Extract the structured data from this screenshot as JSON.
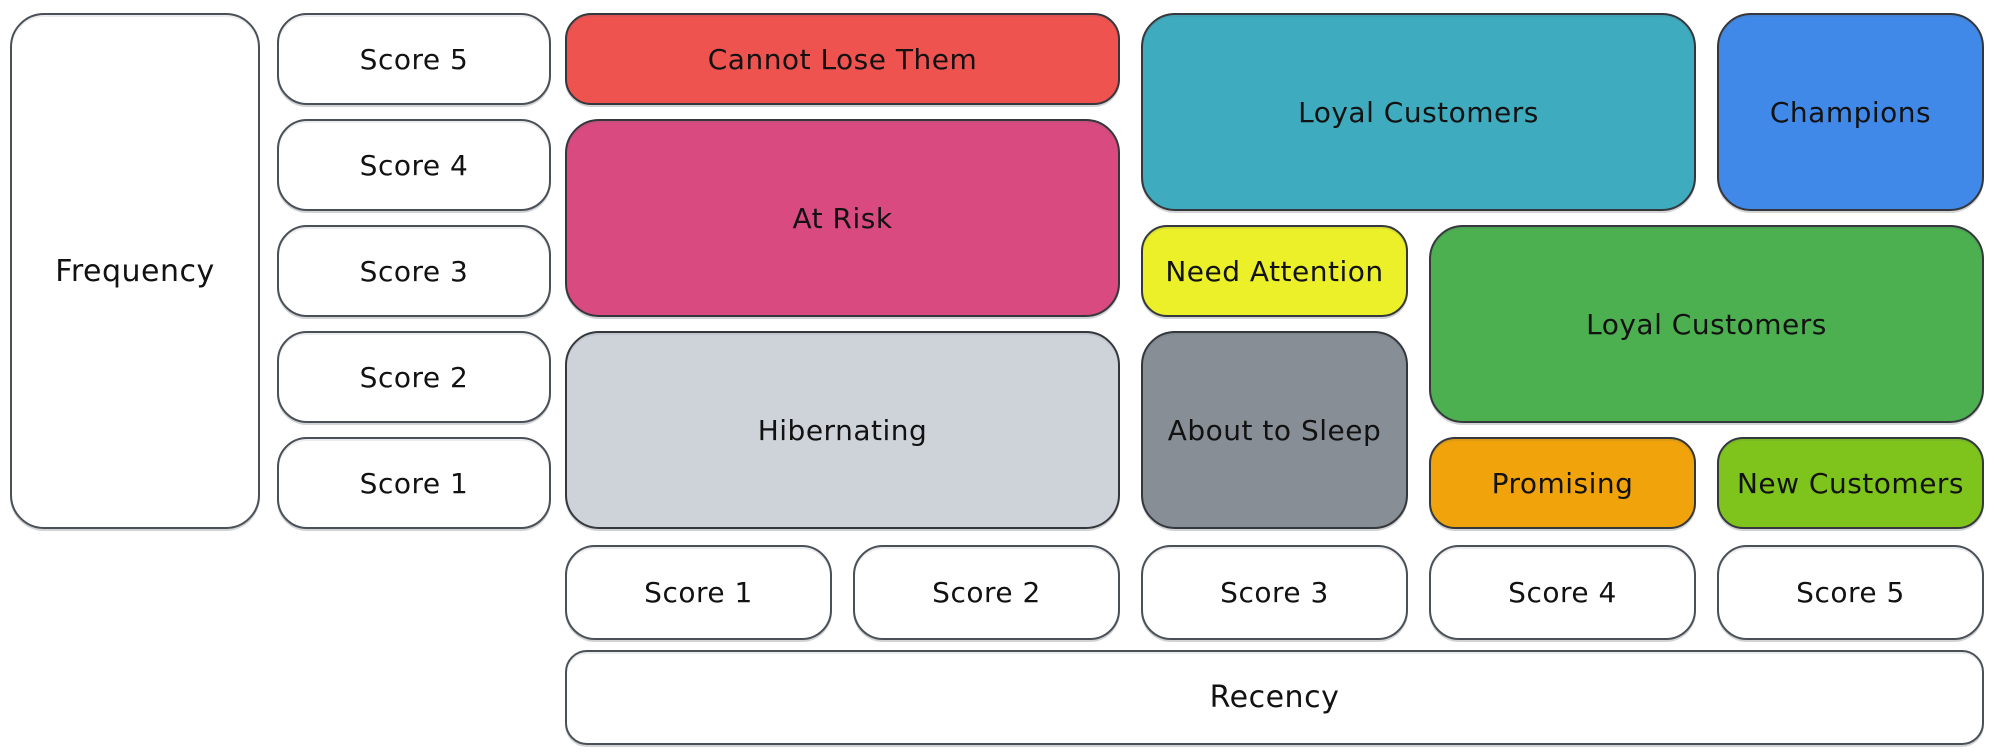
{
  "frequency_axis": {
    "label": "Frequency",
    "scores": [
      "Score 5",
      "Score 4",
      "Score 3",
      "Score 2",
      "Score 1"
    ]
  },
  "recency_axis": {
    "label": "Recency",
    "scores": [
      "Score 1",
      "Score 2",
      "Score 3",
      "Score 4",
      "Score 5"
    ]
  },
  "segments": {
    "cannot_lose_them": {
      "label": "Cannot Lose Them",
      "color": "#ef5350",
      "text_color": "#121212"
    },
    "at_risk": {
      "label": "At Risk",
      "color": "#d84a80",
      "text_color": "#121212"
    },
    "hibernating": {
      "label": "Hibernating",
      "color": "#ced3da",
      "text_color": "#121212"
    },
    "loyal_customers_upper": {
      "label": "Loyal Customers",
      "color": "#3fabbe",
      "text_color": "#121212"
    },
    "champions": {
      "label": "Champions",
      "color": "#4189e8",
      "text_color": "#121212"
    },
    "need_attention": {
      "label": "Need Attention",
      "color": "#ebf029",
      "text_color": "#121212"
    },
    "loyal_customers_lower": {
      "label": "Loyal Customers",
      "color": "#4caf50",
      "text_color": "#121212"
    },
    "about_to_sleep": {
      "label": "About to Sleep",
      "color": "#878e95",
      "text_color": "#121212"
    },
    "promising": {
      "label": "Promising",
      "color": "#f0a30a",
      "text_color": "#121212"
    },
    "new_customers": {
      "label": "New Customers",
      "color": "#7ec41c",
      "text_color": "#121212"
    }
  }
}
